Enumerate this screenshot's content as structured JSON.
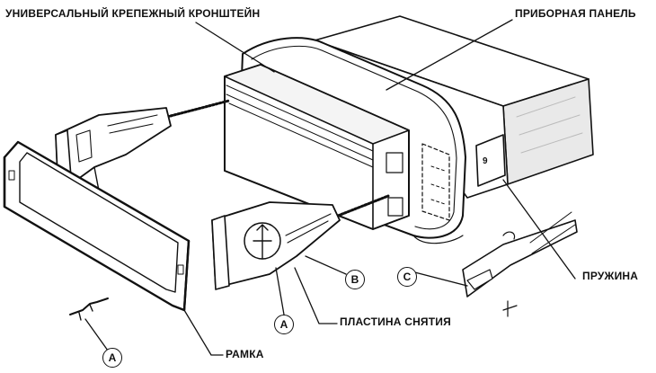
{
  "labels": {
    "bracket": "УНИВЕРСАЛЬНЫЙ КРЕПЕЖНЫЙ КРОНШТЕЙН",
    "dashboard": "ПРИБОРНАЯ ПАНЕЛЬ",
    "spring": "ПРУЖИНА",
    "removal_plate": "ПЛАСТИНА СНЯТИЯ",
    "frame": "РАМКА"
  },
  "callouts": {
    "a_tool": "A",
    "a_plate": "A",
    "b": "B",
    "c": "C"
  }
}
